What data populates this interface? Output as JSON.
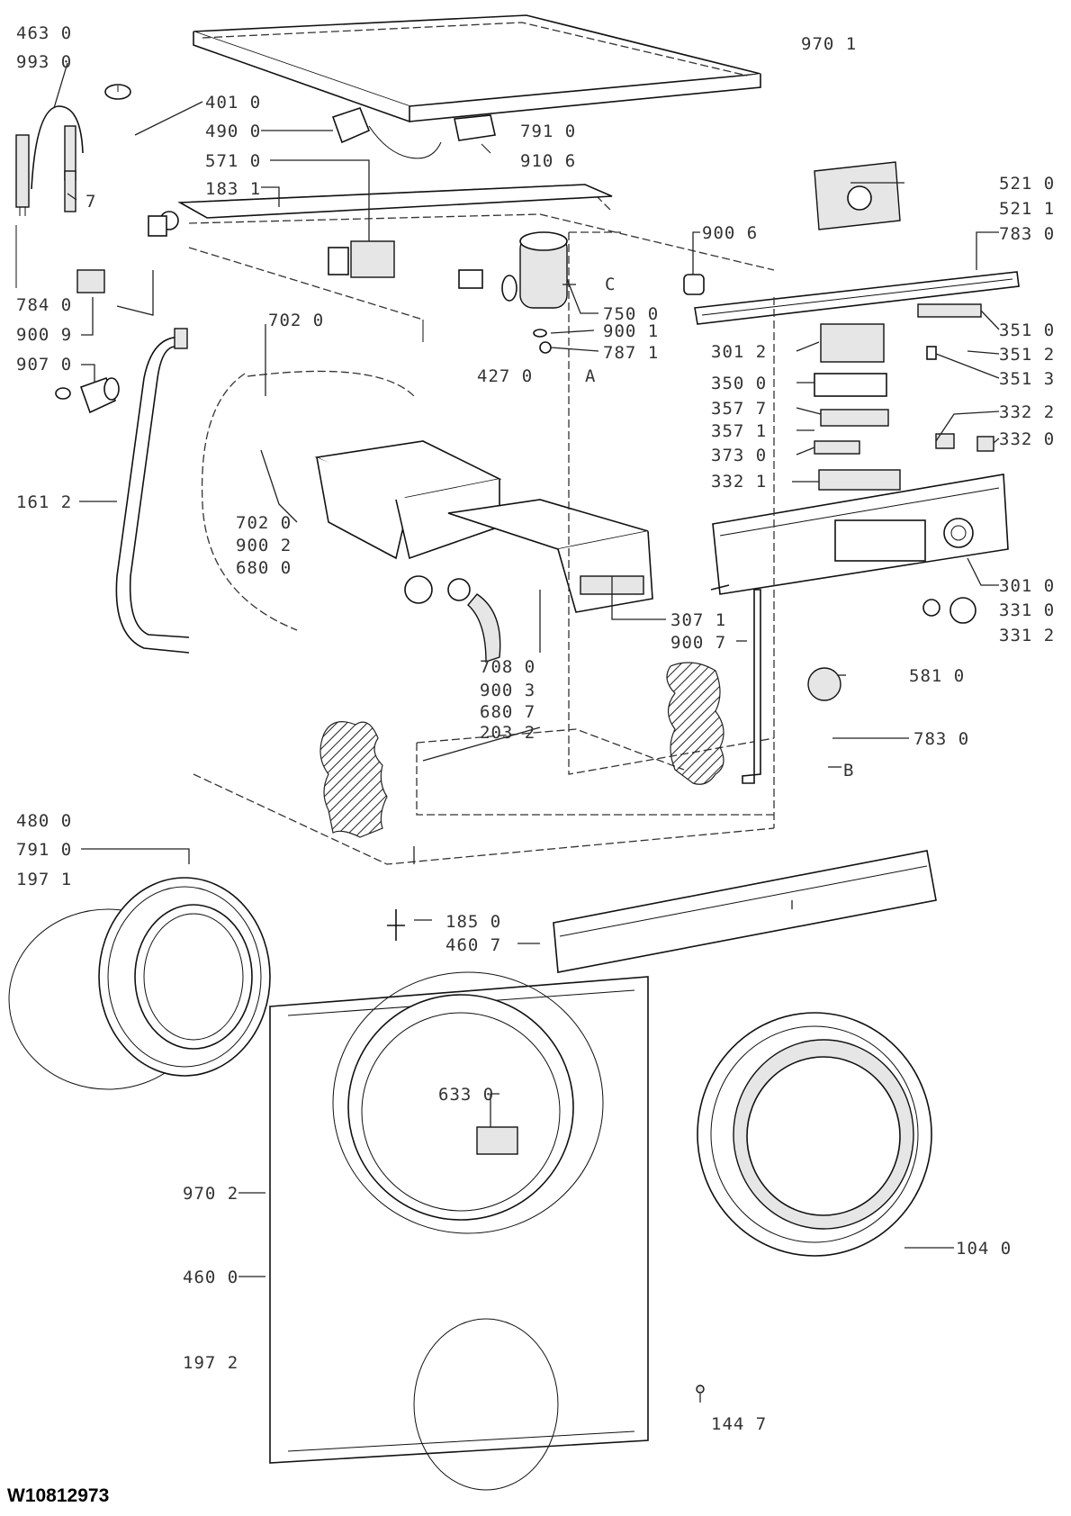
{
  "document_id": "W10812973",
  "labels": {
    "l_463_0": "463 0",
    "l_993_0": "993 0",
    "l_970_1": "970 1",
    "l_401_0": "401 0",
    "l_490_0": "490 0",
    "l_791_0a": "791 0",
    "l_910_6": "910 6",
    "l_571_0": "571 0",
    "l_183_1": "183 1",
    "l_521_0": "521 0",
    "l_521_1": "521 1",
    "l_783_0a": "783 0",
    "l_900_6": "900 6",
    "l_7": "7",
    "l_784_0": "784 0",
    "l_900_9": "900 9",
    "l_907_0": "907 0",
    "l_750_0": "750 0",
    "l_900_1": "900 1",
    "l_787_1": "787 1",
    "l_427_0": "427 0",
    "l_a": "A",
    "l_c": "C",
    "l_702_0a": "702 0",
    "l_301_2": "301 2",
    "l_350_0": "350 0",
    "l_357_7": "357 7",
    "l_357_1": "357 1",
    "l_373_0": "373 0",
    "l_332_1": "332 1",
    "l_351_0": "351 0",
    "l_351_2": "351 2",
    "l_351_3": "351 3",
    "l_332_2": "332 2",
    "l_332_0": "332 0",
    "l_161_2": "161 2",
    "l_702_0b": "702 0",
    "l_900_2": "900 2",
    "l_680_0": "680 0",
    "l_301_0": "301 0",
    "l_331_0": "331 0",
    "l_331_2": "331 2",
    "l_307_1": "307 1",
    "l_900_7": "900 7",
    "l_708_0": "708 0",
    "l_900_3": "900 3",
    "l_680_7": "680 7",
    "l_203_2": "203 2",
    "l_581_0": "581 0",
    "l_783_0b": "783 0",
    "l_b": "B",
    "l_480_0": "480 0",
    "l_791_0b": "791 0",
    "l_197_1": "197 1",
    "l_185_0": "185 0",
    "l_460_7": "460 7",
    "l_633_0": "633 0",
    "l_970_2": "970 2",
    "l_460_0": "460 0",
    "l_197_2": "197 2",
    "l_104_0": "104 0",
    "l_144_7": "144 7"
  }
}
